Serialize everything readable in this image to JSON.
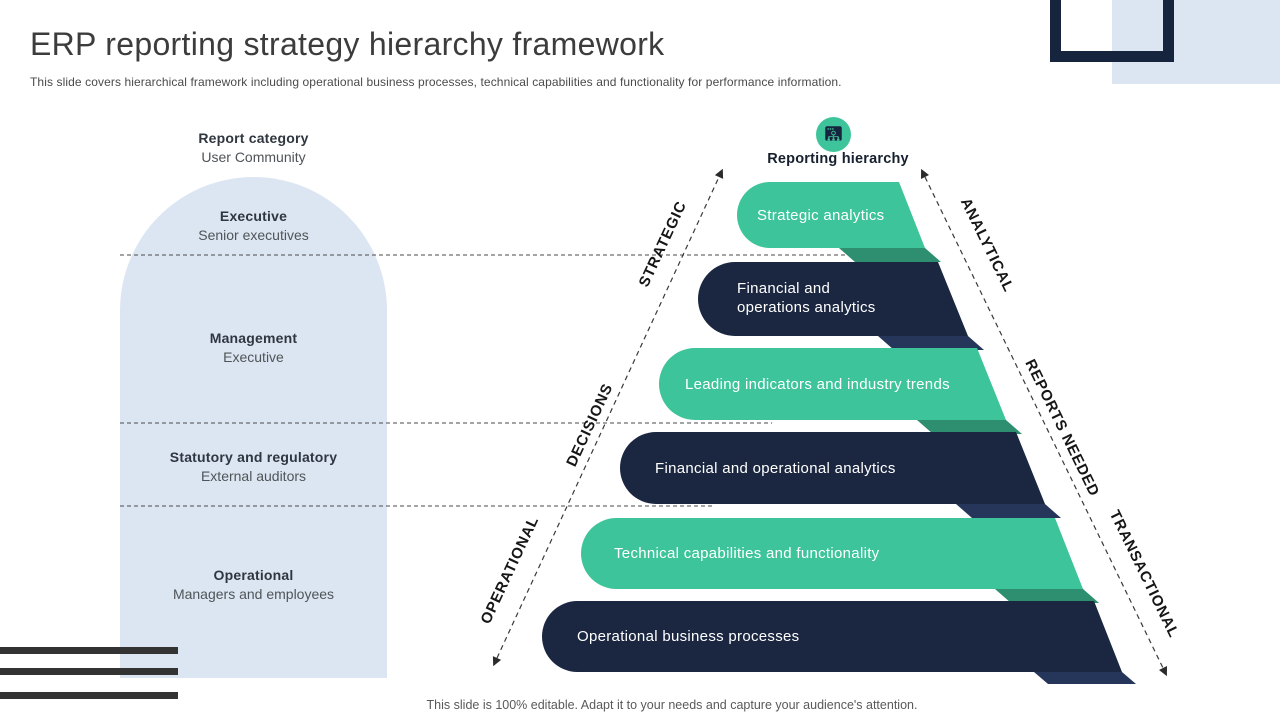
{
  "slide": {
    "title": "ERP reporting strategy hierarchy framework",
    "subtitle": "This slide covers hierarchical framework including operational business processes, technical capabilities and functionality for performance information.",
    "footer": "This slide is 100% editable. Adapt it to your needs and capture your audience's attention."
  },
  "colors": {
    "accent_green": "#3EC49A",
    "green_side": "#2E8F70",
    "dark_navy": "#1B2740",
    "navy_side": "#26365A",
    "light_blue": "#DCE6F2",
    "charcoal_bar": "#333333"
  },
  "left_panel": {
    "header": {
      "title": "Report category",
      "subtitle": "User Community"
    },
    "categories": [
      {
        "title": "Executive",
        "subtitle": "Senior executives"
      },
      {
        "title": "Management",
        "subtitle": "Executive"
      },
      {
        "title": "Statutory and regulatory",
        "subtitle": "External auditors"
      },
      {
        "title": "Operational",
        "subtitle": "Managers and employees"
      }
    ]
  },
  "pyramid": {
    "header": {
      "label": "Reporting hierarchy",
      "icon": "org-chart-window-icon"
    },
    "rows": [
      {
        "label": "Strategic analytics",
        "lines": [
          "Strategic analytics"
        ],
        "fill": "#3EC49A",
        "side": "#2E8F70"
      },
      {
        "label": "Financial and operations analytics",
        "lines": [
          "Financial and",
          "operations analytics"
        ],
        "fill": "#1B2740",
        "side": "#26365A"
      },
      {
        "label": "Leading indicators and industry trends",
        "lines": [
          "Leading indicators and industry trends"
        ],
        "fill": "#3EC49A",
        "side": "#2E8F70"
      },
      {
        "label": "Financial and operational analytics",
        "lines": [
          "Financial and operational analytics"
        ],
        "fill": "#1B2740",
        "side": "#26365A"
      },
      {
        "label": "Technical capabilities and functionality",
        "lines": [
          "Technical capabilities and functionality"
        ],
        "fill": "#3EC49A",
        "side": "#2E8F70"
      },
      {
        "label": "Operational business processes",
        "lines": [
          "Operational business processes"
        ],
        "fill": "#1B2740",
        "side": "#26365A"
      }
    ],
    "side_labels": {
      "left": [
        "STRATEGIC",
        "DECISIONS",
        "OPERATIONAL"
      ],
      "right": [
        "ANALYTICAL",
        "REPORTS NEEDED",
        "TRANSACTIONAL"
      ]
    }
  }
}
